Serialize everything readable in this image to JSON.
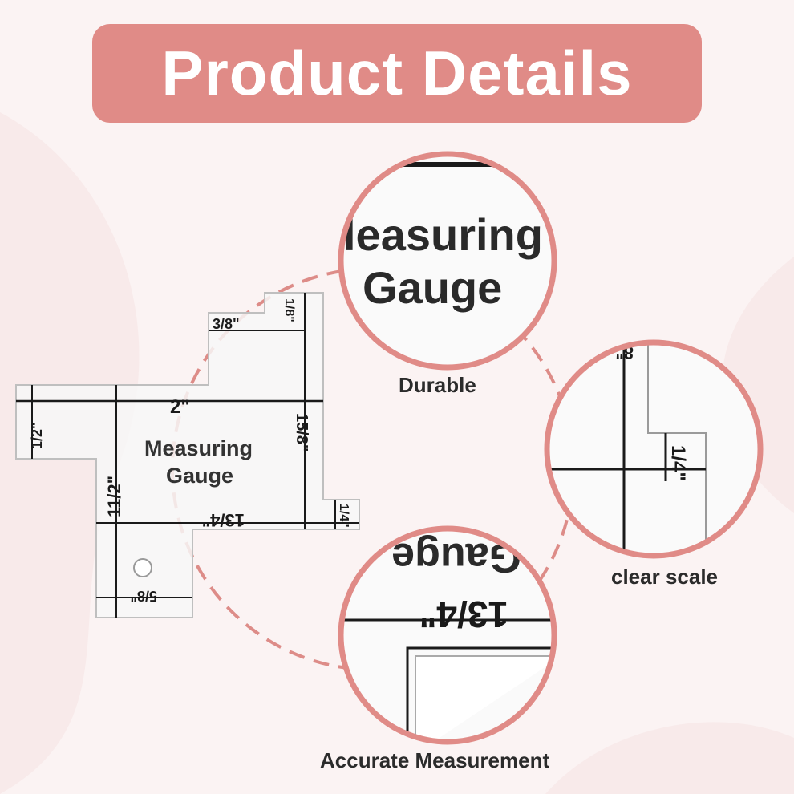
{
  "header": {
    "title": "Product Details"
  },
  "gauge": {
    "name_line1": "Measuring",
    "name_line2": "Gauge",
    "labels": {
      "two_inch": "2\"",
      "one_half": "1/2\"",
      "one_and_half": "11/2\"",
      "one_and_five_eighths": "15/8\"",
      "one_and_three_quarters": "13/4\"",
      "one_quarter": "1/4\"",
      "five_eighths": "5/8\"",
      "three_eighths": "3/8\"",
      "one_eighth": "1/8\""
    }
  },
  "zoom_details": {
    "durable": {
      "line1": "leasuring",
      "line2": "Gauge",
      "caption": "Durable"
    },
    "clear_scale": {
      "mark_top": "8\"",
      "mark_side": "1/4\"",
      "caption": "clear scale"
    },
    "accurate": {
      "mark_top": "Gauge",
      "mark_main": "13/4\"",
      "caption": "Accurate Measurement"
    }
  },
  "colors": {
    "banner": "#e08b87",
    "accent_ring": "#e08b87",
    "dashed_ring": "#dd8c88",
    "background": "#fbf3f3",
    "ink": "#2b2b2b"
  }
}
